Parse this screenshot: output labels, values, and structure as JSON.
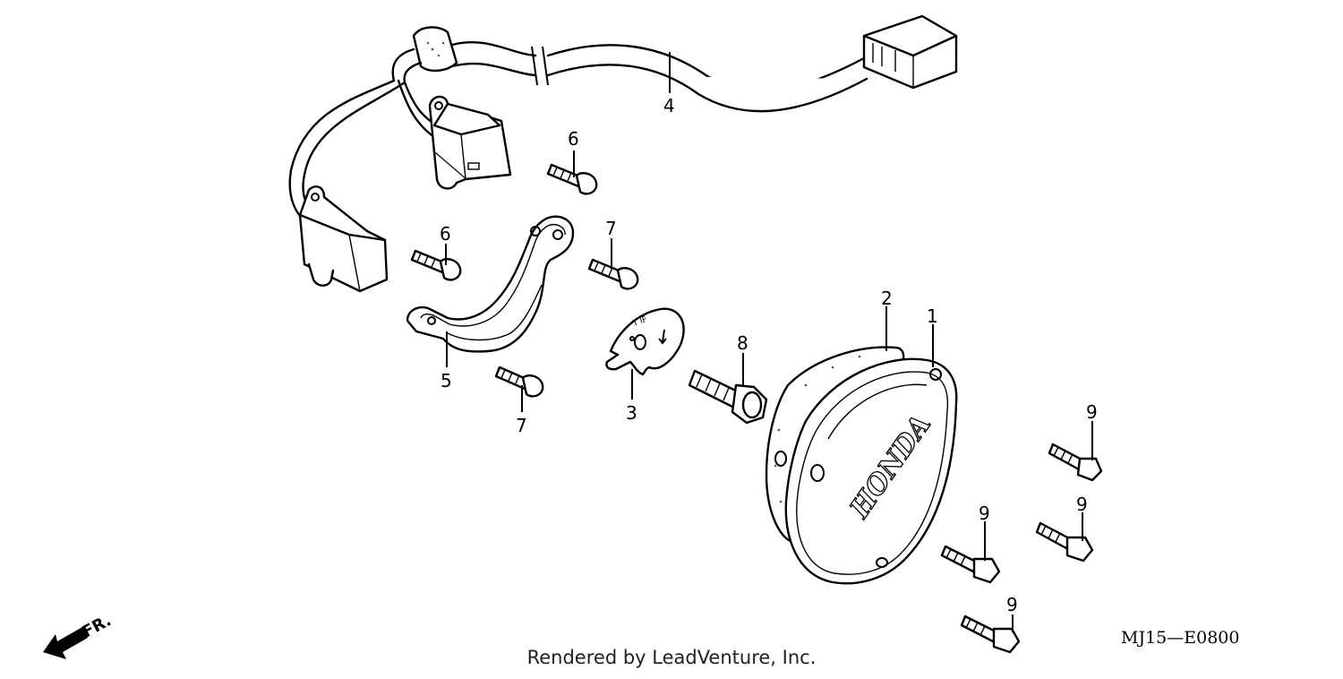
{
  "callouts": [
    {
      "id": "c1",
      "label": "1"
    },
    {
      "id": "c2",
      "label": "2"
    },
    {
      "id": "c3",
      "label": "3"
    },
    {
      "id": "c4",
      "label": "4"
    },
    {
      "id": "c5",
      "label": "5"
    },
    {
      "id": "c6a",
      "label": "6"
    },
    {
      "id": "c6b",
      "label": "6"
    },
    {
      "id": "c7a",
      "label": "7"
    },
    {
      "id": "c7b",
      "label": "7"
    },
    {
      "id": "c8",
      "label": "8"
    },
    {
      "id": "c9a",
      "label": "9"
    },
    {
      "id": "c9b",
      "label": "9"
    },
    {
      "id": "c9c",
      "label": "9"
    },
    {
      "id": "c9d",
      "label": "9"
    }
  ],
  "cover_brand": "HONDA",
  "plate_marks": "T IF",
  "direction_label": "FR.",
  "diagram_code": "MJ15—E0800",
  "credit": "Rendered by LeadVenture, Inc."
}
